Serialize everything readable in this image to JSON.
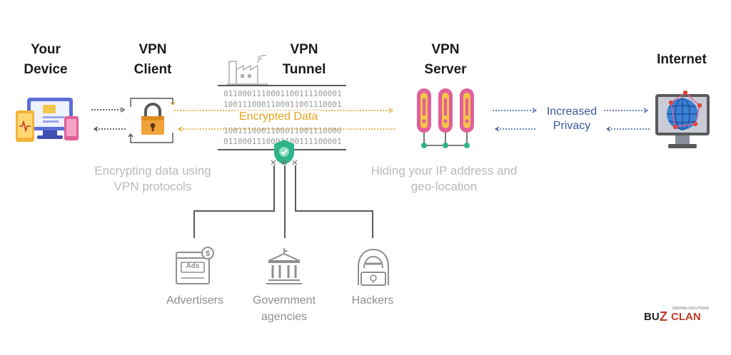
{
  "nodes": {
    "device": {
      "line1": "Your",
      "line2": "Device"
    },
    "client": {
      "line1": "VPN",
      "line2": "Client"
    },
    "tunnel": {
      "line1": "VPN",
      "line2": "Tunnel"
    },
    "server": {
      "line1": "VPN",
      "line2": "Server"
    },
    "internet": {
      "label": "Internet"
    }
  },
  "tunnel_data_label": "Encrypted Data",
  "binary_rows": [
    "0110001110001100111100001",
    "1001110001100011001110001",
    "1001110001100011001110000",
    "0110001110001100111100001"
  ],
  "captions": {
    "client": {
      "line1": "Encrypting data using",
      "line2": "VPN protocols"
    },
    "server": {
      "line1": "Hiding your IP address and",
      "line2": "geo-location"
    }
  },
  "privacy": {
    "line1": "Increased",
    "line2": "Privacy"
  },
  "threats": [
    {
      "line1": "Advertisers",
      "line2": "",
      "icon": "ads-icon",
      "badge": "Ads"
    },
    {
      "line1": "Government",
      "line2": "agencies",
      "icon": "government-building-icon"
    },
    {
      "line1": "Hackers",
      "line2": "",
      "icon": "hacker-icon"
    }
  ],
  "brand": {
    "part1": "BU",
    "part2": "Z",
    "part3": "CLAN",
    "tagline": "DRIVING SOLUTIONS"
  },
  "colors": {
    "orange": "#e6a21c",
    "blue": "#3a5a9a",
    "pink": "#e0609a",
    "green": "#2fb38a",
    "gray": "#8f8f8f"
  }
}
